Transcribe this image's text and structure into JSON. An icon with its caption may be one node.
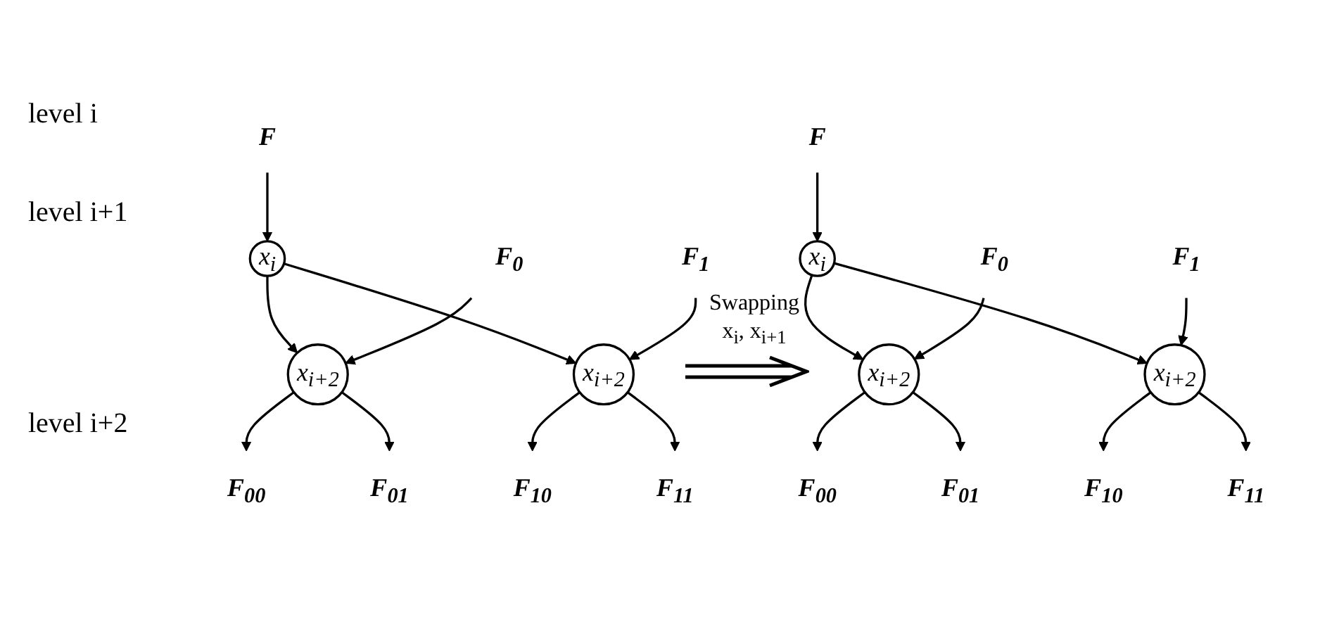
{
  "diagram": {
    "nodes": [
      {
        "text": [
          "F"
        ]
      },
      {
        "text": [
          "x$_{i}$"
        ]
      },
      {
        "text": [
          "F$_{0}$"
        ]
      },
      {
        "text": [
          "F$_{1}$"
        ]
      },
      {
        "text": [
          "x$_{i+2}$"
        ]
      },
      {
        "text": [
          "x$_{i+2}$"
        ]
      },
      {
        "text": [
          "F$_{00}$"
        ]
      },
      {
        "text": [
          "F$_{01}$"
        ]
      },
      {
        "text": [
          "F$_{10}$"
        ]
      },
      {
        "text": [
          "F$_{11}$"
        ]
      },
      {
        "text": [
          "F"
        ]
      },
      {
        "text": [
          "x$_{i}$"
        ]
      },
      {
        "text": [
          "F$_{0}$"
        ]
      },
      {
        "text": [
          "F$_{1}$"
        ]
      },
      {
        "text": [
          "x$_{i+2}$"
        ]
      },
      {
        "text": [
          "x$_{i+2}$"
        ]
      },
      {
        "text": [
          "F$_{00}$"
        ]
      },
      {
        "text": [
          "F$_{01}$"
        ]
      },
      {
        "text": [
          "F$_{10}$"
        ]
      },
      {
        "text": [
          "F$_{11}$"
        ]
      }
    ],
    "edges": [
      {
        "from": 0,
        "to": 1,
        "arrow": "to"
      },
      {
        "from": 1,
        "to": 4,
        "arrow": "to"
      },
      {
        "from": 1,
        "to": 5,
        "arrow": "to"
      },
      {
        "from": 2,
        "to": 4,
        "arrow": "to"
      },
      {
        "from": 3,
        "to": 5,
        "arrow": "to"
      },
      {
        "from": 4,
        "to": 6,
        "arrow": "to"
      },
      {
        "from": 4,
        "to": 7,
        "arrow": "to"
      },
      {
        "from": 5,
        "to": 8,
        "arrow": "to"
      },
      {
        "from": 5,
        "to": 9,
        "arrow": "to"
      },
      {
        "from": 10,
        "to": 11,
        "arrow": "to"
      },
      {
        "from": 11,
        "to": 14,
        "arrow": "to"
      },
      {
        "from": 11,
        "to": 15,
        "arrow": "to"
      },
      {
        "from": 12,
        "to": 14,
        "arrow": "to"
      },
      {
        "from": 13,
        "to": 15,
        "arrow": "to"
      },
      {
        "from": 14,
        "to": 16,
        "arrow": "to"
      },
      {
        "from": 14,
        "to": 17,
        "arrow": "to"
      },
      {
        "from": 15,
        "to": 18,
        "arrow": "to"
      },
      {
        "from": 15,
        "to": 19,
        "arrow": "to"
      }
    ],
    "labels": [
      "level i",
      "level i+1",
      "level i+2",
      "Swapping x$_{i}$, x$_{i+1}$"
    ]
  }
}
